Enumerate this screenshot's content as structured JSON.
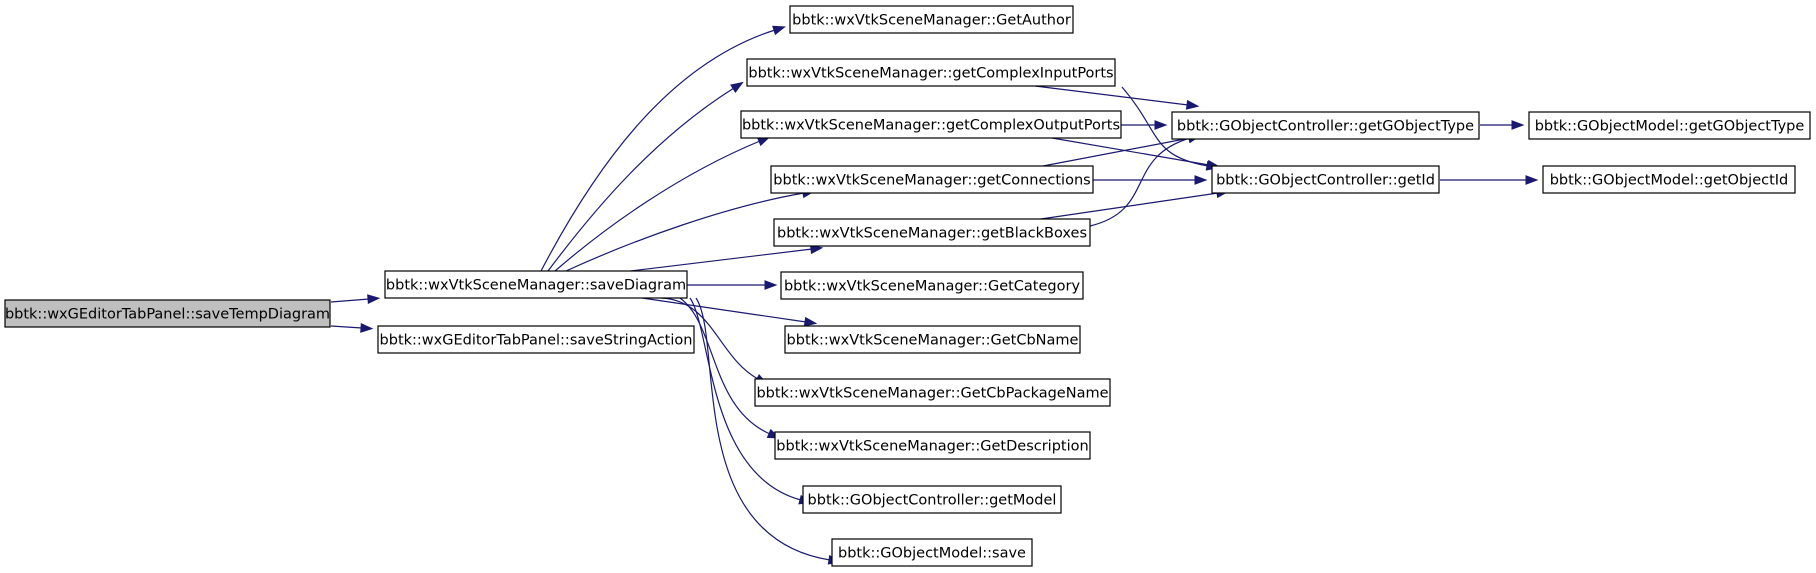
{
  "colors": {
    "edge": "#191970",
    "root_fill": "#bfbfbf",
    "node_fill": "#ffffff",
    "border": "#000000"
  },
  "nodes": [
    {
      "id": "saveTempDiagram",
      "label": "bbtk::wxGEditorTabPanel::saveTempDiagram",
      "root": true
    },
    {
      "id": "saveDiagram",
      "label": "bbtk::wxVtkSceneManager::saveDiagram"
    },
    {
      "id": "saveStringAction",
      "label": "bbtk::wxGEditorTabPanel::saveStringAction"
    },
    {
      "id": "GetAuthor",
      "label": "bbtk::wxVtkSceneManager::GetAuthor"
    },
    {
      "id": "getComplexInputPorts",
      "label": "bbtk::wxVtkSceneManager::getComplexInputPorts"
    },
    {
      "id": "getComplexOutputPorts",
      "label": "bbtk::wxVtkSceneManager::getComplexOutputPorts"
    },
    {
      "id": "getConnections",
      "label": "bbtk::wxVtkSceneManager::getConnections"
    },
    {
      "id": "getBlackBoxes",
      "label": "bbtk::wxVtkSceneManager::getBlackBoxes"
    },
    {
      "id": "GetCategory",
      "label": "bbtk::wxVtkSceneManager::GetCategory"
    },
    {
      "id": "GetCbName",
      "label": "bbtk::wxVtkSceneManager::GetCbName"
    },
    {
      "id": "GetCbPackageName",
      "label": "bbtk::wxVtkSceneManager::GetCbPackageName"
    },
    {
      "id": "GetDescription",
      "label": "bbtk::wxVtkSceneManager::GetDescription"
    },
    {
      "id": "getModel",
      "label": "bbtk::GObjectController::getModel"
    },
    {
      "id": "save",
      "label": "bbtk::GObjectModel::save"
    },
    {
      "id": "getGObjectType",
      "label": "bbtk::GObjectController::getGObjectType"
    },
    {
      "id": "getId",
      "label": "bbtk::GObjectController::getId"
    },
    {
      "id": "model_getGObjectType",
      "label": "bbtk::GObjectModel::getGObjectType"
    },
    {
      "id": "getObjectId",
      "label": "bbtk::GObjectModel::getObjectId"
    }
  ],
  "edges": [
    {
      "from": "saveTempDiagram",
      "to": "saveDiagram"
    },
    {
      "from": "saveTempDiagram",
      "to": "saveStringAction"
    },
    {
      "from": "saveDiagram",
      "to": "GetAuthor"
    },
    {
      "from": "saveDiagram",
      "to": "getComplexInputPorts"
    },
    {
      "from": "saveDiagram",
      "to": "getComplexOutputPorts"
    },
    {
      "from": "saveDiagram",
      "to": "getConnections"
    },
    {
      "from": "saveDiagram",
      "to": "getBlackBoxes"
    },
    {
      "from": "saveDiagram",
      "to": "GetCategory"
    },
    {
      "from": "saveDiagram",
      "to": "GetCbName"
    },
    {
      "from": "saveDiagram",
      "to": "GetCbPackageName"
    },
    {
      "from": "saveDiagram",
      "to": "GetDescription"
    },
    {
      "from": "saveDiagram",
      "to": "getModel"
    },
    {
      "from": "saveDiagram",
      "to": "save"
    },
    {
      "from": "getComplexInputPorts",
      "to": "getGObjectType"
    },
    {
      "from": "getComplexInputPorts",
      "to": "getId"
    },
    {
      "from": "getComplexOutputPorts",
      "to": "getGObjectType"
    },
    {
      "from": "getComplexOutputPorts",
      "to": "getId"
    },
    {
      "from": "getConnections",
      "to": "getGObjectType"
    },
    {
      "from": "getConnections",
      "to": "getId"
    },
    {
      "from": "getBlackBoxes",
      "to": "getGObjectType"
    },
    {
      "from": "getBlackBoxes",
      "to": "getId"
    },
    {
      "from": "getGObjectType",
      "to": "model_getGObjectType"
    },
    {
      "from": "getId",
      "to": "getObjectId"
    }
  ]
}
